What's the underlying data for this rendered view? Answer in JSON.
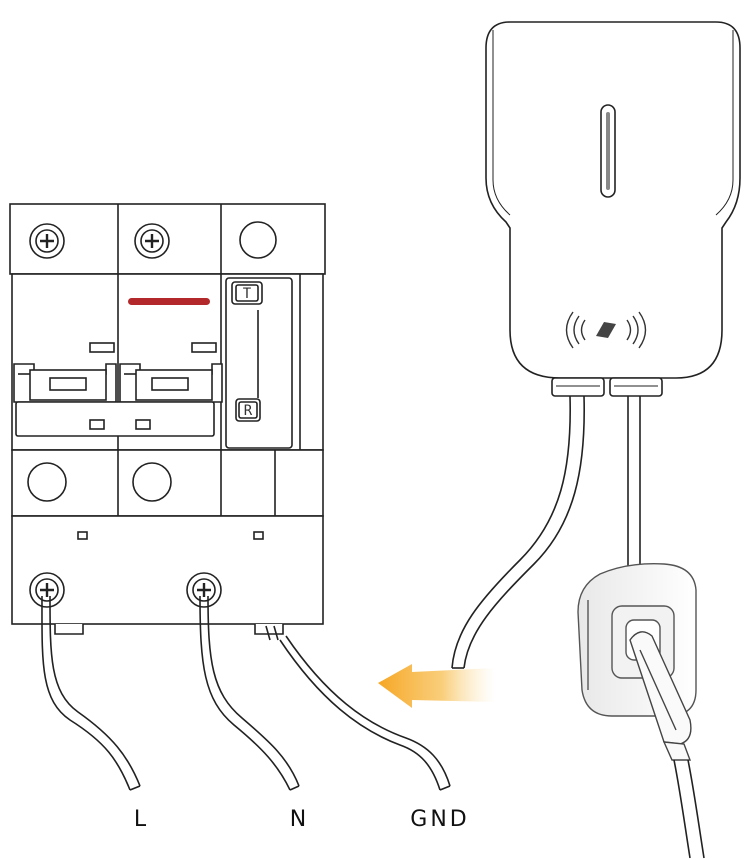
{
  "breaker": {
    "test_button_label": "T",
    "reset_button_label": "R"
  },
  "wires": {
    "live_label": "L",
    "neutral_label": "N",
    "ground_label": "GND"
  },
  "colors": {
    "indicator_red": "#b3282b",
    "arrow_orange": "#f6a623",
    "line": "#222222"
  },
  "icons": {
    "nfc": "contactless-icon"
  }
}
